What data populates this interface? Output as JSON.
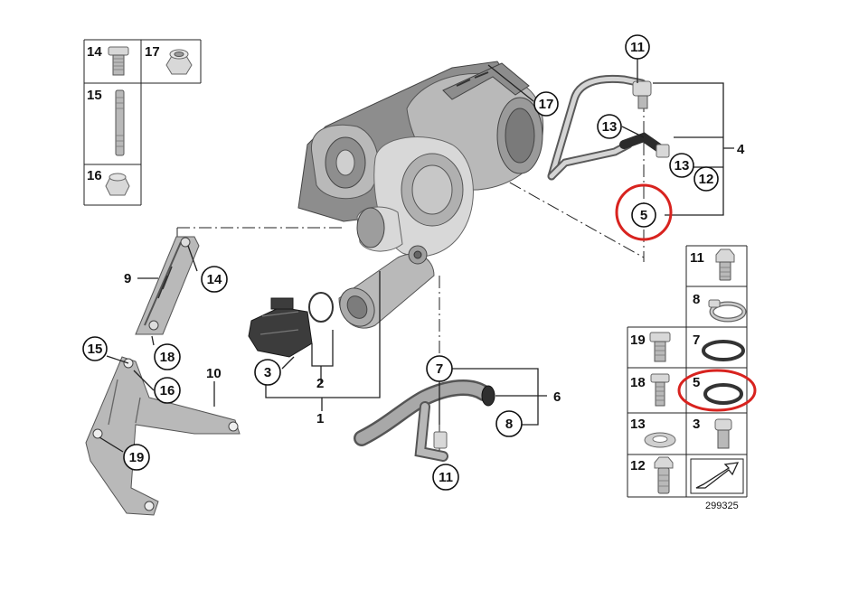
{
  "diagram": {
    "catalog_number": "299325",
    "highlight_color": "#d8231f",
    "callouts": {
      "c11_top": "11",
      "c17": "17",
      "c13_a": "13",
      "c13_b": "13",
      "c12": "12",
      "c4": "4",
      "c5": "5",
      "c9": "9",
      "c14": "14",
      "c15": "15",
      "c18": "18",
      "c16": "16",
      "c19": "19",
      "c10": "10",
      "c3": "3",
      "c2": "2",
      "c1": "1",
      "c7": "7",
      "c6": "6",
      "c8": "8",
      "c11_bottom": "11"
    },
    "legend_left": {
      "r14": "14",
      "r17": "17",
      "r15": "15",
      "r16": "16"
    },
    "legend_right": {
      "r11": "11",
      "r8": "8",
      "r19": "19",
      "r7": "7",
      "r18": "18",
      "r5": "5",
      "r13": "13",
      "r3": "3",
      "r12": "12"
    }
  }
}
